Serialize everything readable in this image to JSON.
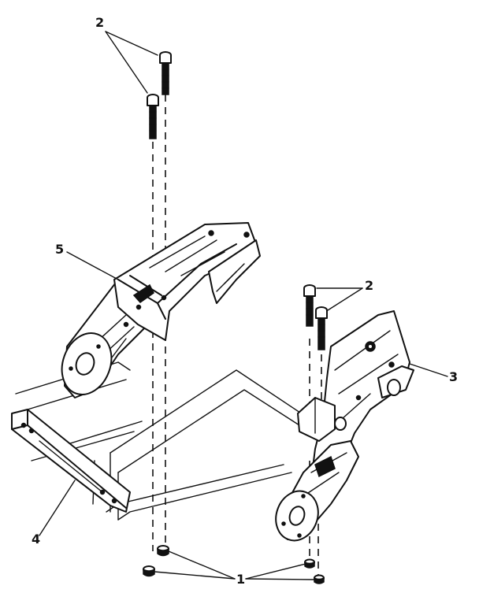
{
  "diagram": {
    "callouts": [
      {
        "id": "1",
        "label": "1"
      },
      {
        "id": "2a",
        "label": "2"
      },
      {
        "id": "2b",
        "label": "2"
      },
      {
        "id": "3",
        "label": "3"
      },
      {
        "id": "4",
        "label": "4"
      },
      {
        "id": "5",
        "label": "5"
      }
    ],
    "parts": [
      {
        "callout": "1",
        "name": "nut"
      },
      {
        "callout": "2",
        "name": "bolt"
      },
      {
        "callout": "3",
        "name": "right-bracket"
      },
      {
        "callout": "4",
        "name": "front-bar"
      },
      {
        "callout": "5",
        "name": "left-bracket"
      }
    ],
    "colors": {
      "line": "#111111",
      "background": "#ffffff"
    }
  }
}
